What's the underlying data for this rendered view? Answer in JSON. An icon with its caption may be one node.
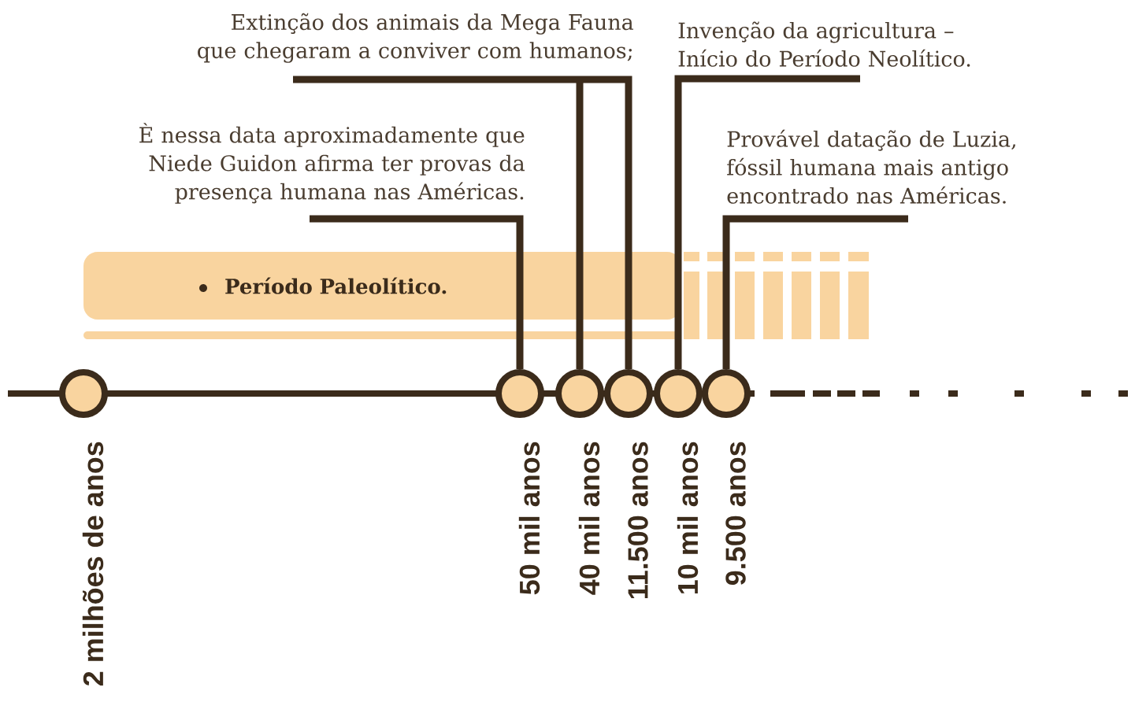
{
  "diagram": {
    "nodes": [
      {
        "text": [
          "Extinção dos animais da Mega Fauna que chegaram a conviver com humanos;"
        ]
      },
      {
        "text": [
          "Invenção da agricultura – Início do Período Neolítico."
        ]
      },
      {
        "text": [
          "È nessa data aproximadamente que Niede Guidon afirma ter provas da presença humana nas Américas."
        ]
      },
      {
        "text": [
          "Provável datação de Luzia, fóssil humana mais antigo encontrado nas Américas."
        ]
      },
      {
        "text": [
          "Período Paleolítico."
        ]
      },
      {
        "text": [],
        "shape": "circle",
        "beside": [
          "2 milhões de anos"
        ]
      },
      {
        "text": [],
        "shape": "circle",
        "beside": [
          "50 mil anos"
        ]
      },
      {
        "text": [],
        "shape": "circle",
        "beside": [
          "40 mil anos"
        ]
      },
      {
        "text": [],
        "shape": "circle",
        "beside": [
          "11.500 anos"
        ]
      },
      {
        "text": [],
        "shape": "circle",
        "beside": [
          "10 mil anos"
        ]
      },
      {
        "text": [],
        "shape": "circle",
        "beside": [
          "9.500 anos"
        ]
      }
    ],
    "edges": [
      {
        "from": 0,
        "to": 7,
        "arrow": "none"
      },
      {
        "from": 0,
        "to": 8,
        "arrow": "none"
      },
      {
        "from": 1,
        "to": 9,
        "arrow": "none"
      },
      {
        "from": 2,
        "to": 6,
        "arrow": "none"
      },
      {
        "from": 3,
        "to": 10,
        "arrow": "none"
      }
    ]
  }
}
